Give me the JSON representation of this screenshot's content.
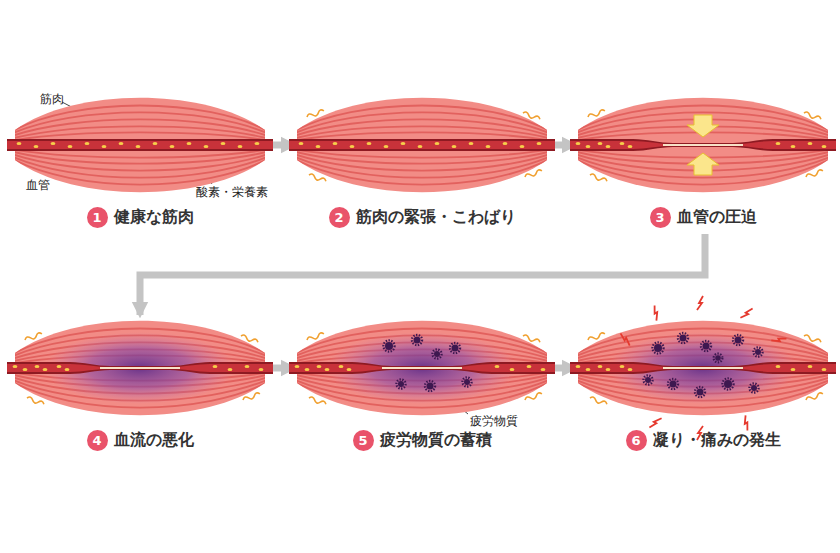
{
  "diagram": {
    "nodes": [
      {
        "text": [
          "1",
          "健康な筋肉"
        ]
      },
      {
        "text": [
          "2",
          "筋肉の緊張・こわばり"
        ]
      },
      {
        "text": [
          "3",
          "血管の圧迫"
        ]
      },
      {
        "text": [
          "4",
          "血流の悪化"
        ]
      },
      {
        "text": [
          "5",
          "疲労物質の蓄積"
        ]
      },
      {
        "text": [
          "6",
          "凝り・痛みの発生"
        ]
      }
    ],
    "edges": [
      {
        "from": 0,
        "to": 1,
        "arrow": "to"
      },
      {
        "from": 1,
        "to": 2,
        "arrow": "to"
      },
      {
        "from": 2,
        "to": 3,
        "arrow": "to"
      },
      {
        "from": 3,
        "to": 4,
        "arrow": "to"
      },
      {
        "from": 4,
        "to": 5,
        "arrow": "to"
      }
    ],
    "labels": [
      "筋肉",
      "血管",
      "酸素・栄養素",
      "疲労物質"
    ]
  }
}
